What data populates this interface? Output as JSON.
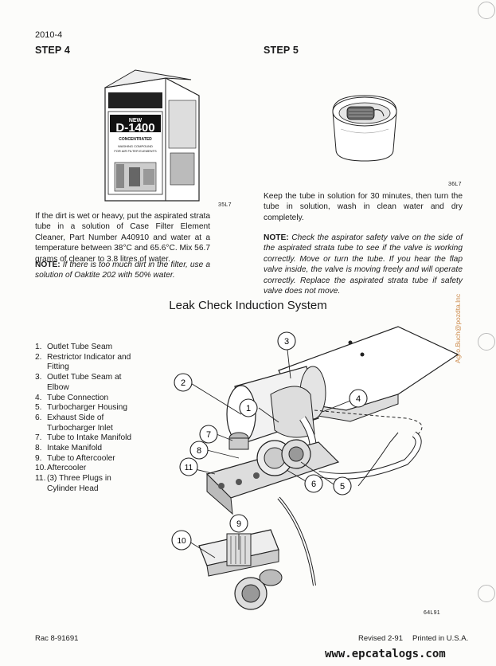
{
  "header": {
    "section": "2010-4"
  },
  "step4": {
    "title": "STEP 4",
    "figure_code": "35L7",
    "box": {
      "brand_line1": "NEW",
      "brand_line2": "D-1400",
      "brand_line3": "CONCENTRATED",
      "desc1": "WASHING COMPOUND",
      "desc2": "FOR AIR FILTER ELEMENTS"
    },
    "para1": "If the dirt is wet or heavy, put the aspirated strata tube in a solution of Case Filter Element Cleaner, Part Number A40910 and water at a temperature between 38°C and 65.6°C. Mix 56.7 grams of cleaner to 3.8 litres of water.",
    "note_label": "NOTE:",
    "note_text": "If there is too much dirt in the filter, use a solution of Oaktite 202 with 50% water."
  },
  "step5": {
    "title": "STEP 5",
    "figure_code": "36L7",
    "para1": "Keep the tube in solution for 30 minutes, then turn the tube in solution, wash in clean water and dry completely.",
    "note_label": "NOTE:",
    "note_text": "Check the aspirator safety valve on the side of the aspirated strata tube to see if the valve is working correctly. Move or turn the tube. If you hear the flap valve inside, the valve is moving freely and will operate correctly. Replace the aspirated strata tube if safety valve does not move."
  },
  "leak_check": {
    "title": "Leak Check Induction System",
    "figure_code": "64L91",
    "items": [
      {
        "num": "1.",
        "text": "Outlet Tube Seam"
      },
      {
        "num": "2.",
        "text": "Restrictor Indicator and Fitting"
      },
      {
        "num": "3.",
        "text": "Outlet Tube Seam at Elbow"
      },
      {
        "num": "4.",
        "text": "Tube Connection"
      },
      {
        "num": "5.",
        "text": "Turbocharger Housing"
      },
      {
        "num": "6.",
        "text": "Exhaust Side of Turbocharger Inlet"
      },
      {
        "num": "7.",
        "text": "Tube to Intake Manifold"
      },
      {
        "num": "8.",
        "text": "Intake Manifold"
      },
      {
        "num": "9.",
        "text": "Tube to Aftercooler"
      },
      {
        "num": "10.",
        "text": "Aftercooler"
      },
      {
        "num": "11.",
        "text": "(3) Three Plugs in Cylinder Head"
      }
    ],
    "callouts": [
      "1",
      "2",
      "3",
      "4",
      "5",
      "6",
      "7",
      "8",
      "9",
      "10",
      "11"
    ]
  },
  "footer": {
    "left": "Rac 8-91691",
    "revised": "Revised 2-91",
    "printed": "Printed in U.S.A."
  },
  "watermark": {
    "bottom": "www.epcatalogs.com",
    "vertical": "Agro.Buch@pozdta.lnc"
  },
  "colors": {
    "ink": "#1a1a1a",
    "paper": "#fcfcfa",
    "watermark_vertical": "#cc8a4a"
  }
}
